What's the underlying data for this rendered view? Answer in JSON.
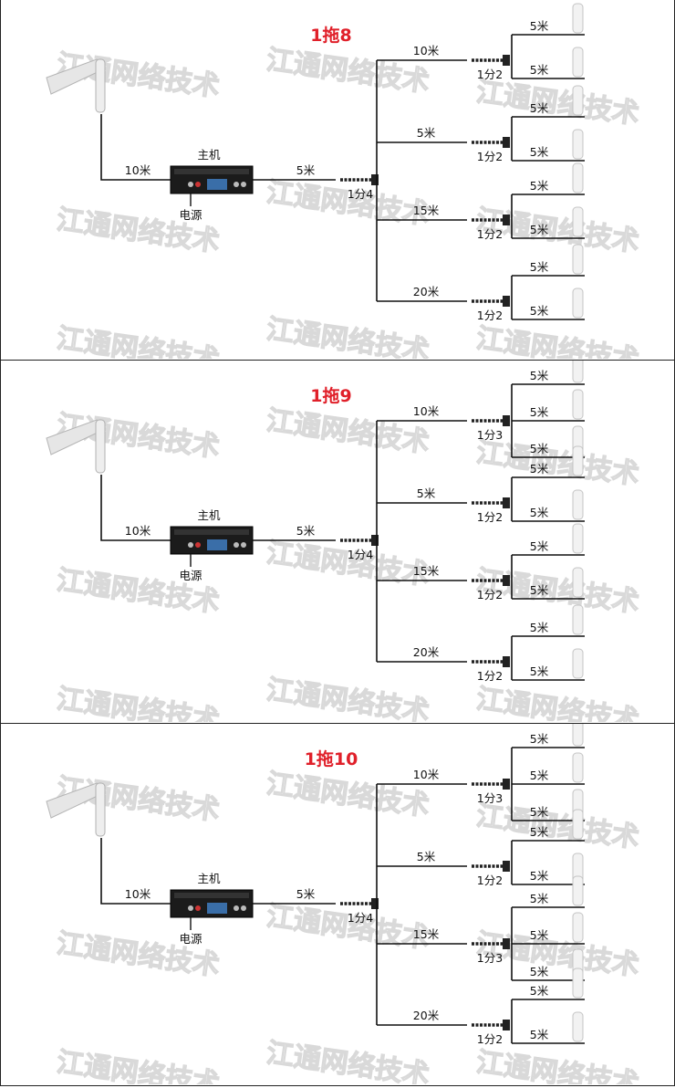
{
  "diagrams": [
    {
      "title": "1拖8",
      "host_label": "主机",
      "power_label": "电源",
      "donor_cable": "10米",
      "trunk_cable": "5米",
      "main_splitter": "1分4",
      "branches": [
        {
          "cable": "10米",
          "splitter": "1分2",
          "outputs": [
            "5米",
            "5米"
          ]
        },
        {
          "cable": "5米",
          "splitter": "1分2",
          "outputs": [
            "5米",
            "5米"
          ]
        },
        {
          "cable": "15米",
          "splitter": "1分2",
          "outputs": [
            "5米",
            "5米"
          ]
        },
        {
          "cable": "20米",
          "splitter": "1分2",
          "outputs": [
            "5米",
            "5米"
          ]
        }
      ]
    },
    {
      "title": "1拖9",
      "host_label": "主机",
      "power_label": "电源",
      "donor_cable": "10米",
      "trunk_cable": "5米",
      "main_splitter": "1分4",
      "branches": [
        {
          "cable": "10米",
          "splitter": "1分3",
          "outputs": [
            "5米",
            "5米",
            "5米"
          ]
        },
        {
          "cable": "5米",
          "splitter": "1分2",
          "outputs": [
            "5米",
            "5米"
          ]
        },
        {
          "cable": "15米",
          "splitter": "1分2",
          "outputs": [
            "5米",
            "5米"
          ]
        },
        {
          "cable": "20米",
          "splitter": "1分2",
          "outputs": [
            "5米",
            "5米"
          ]
        }
      ]
    },
    {
      "title": "1拖10",
      "host_label": "主机",
      "power_label": "电源",
      "donor_cable": "10米",
      "trunk_cable": "5米",
      "main_splitter": "1分4",
      "branches": [
        {
          "cable": "10米",
          "splitter": "1分3",
          "outputs": [
            "5米",
            "5米",
            "5米"
          ]
        },
        {
          "cable": "5米",
          "splitter": "1分2",
          "outputs": [
            "5米",
            "5米"
          ]
        },
        {
          "cable": "15米",
          "splitter": "1分3",
          "outputs": [
            "5米",
            "5米",
            "5米"
          ]
        },
        {
          "cable": "20米",
          "splitter": "1分2",
          "outputs": [
            "5米",
            "5米"
          ]
        }
      ]
    }
  ],
  "watermark": "江通网络技术",
  "colors": {
    "title": "#e0202a",
    "line": "#111111",
    "device": "#1b1b1b",
    "screen": "#3a6ea8"
  }
}
